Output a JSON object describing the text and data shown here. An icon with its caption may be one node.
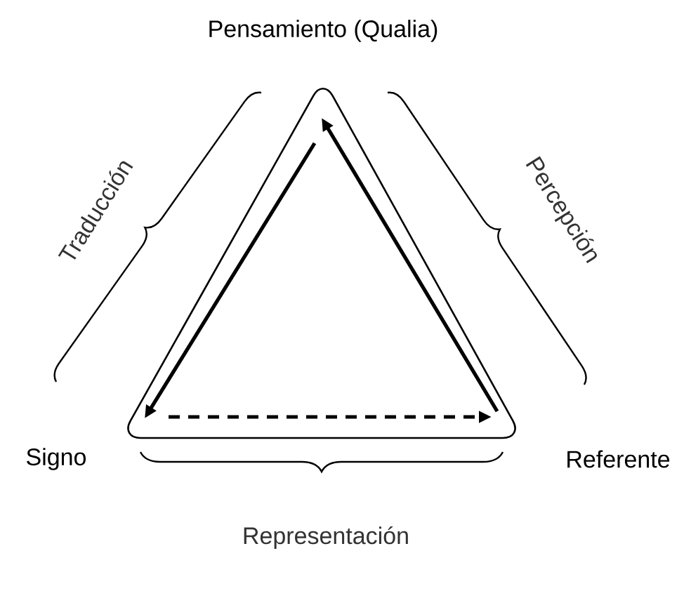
{
  "diagram": {
    "nodes": [
      {
        "text": [
          "Pensamiento (Qualia)"
        ]
      },
      {
        "text": [
          "Signo"
        ]
      },
      {
        "text": [
          "Referente"
        ]
      }
    ],
    "edges": [
      {
        "from": 0,
        "to": 1,
        "arrow": "to"
      },
      {
        "from": 2,
        "to": 0,
        "arrow": "to"
      },
      {
        "from": 1,
        "to": 2,
        "arrow": "to",
        "style": "dashed"
      }
    ],
    "labels": [
      "Traducción",
      "Percepción",
      "Representación"
    ]
  }
}
